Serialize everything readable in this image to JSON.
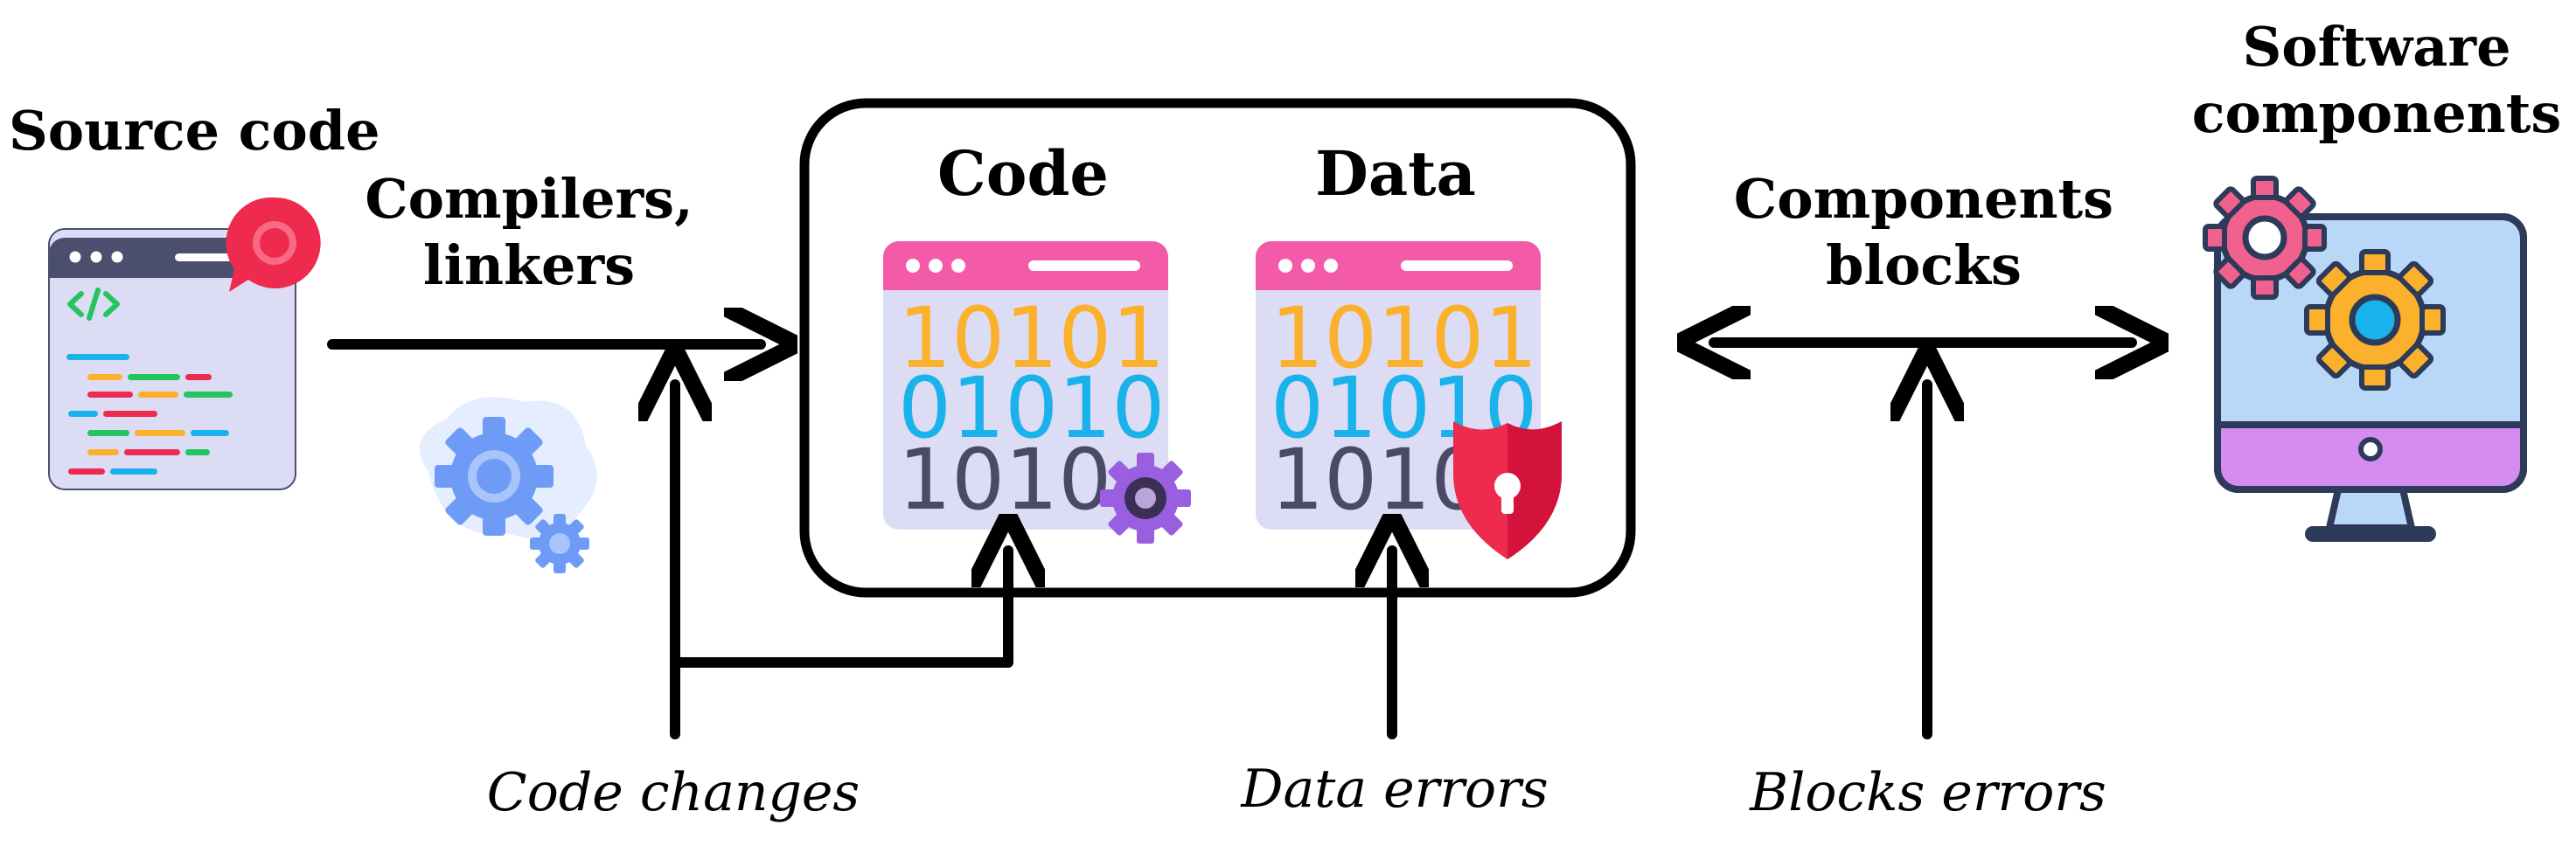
{
  "labels": {
    "source_code": "Source code",
    "compilers_line1": "Compilers,",
    "compilers_line2": "linkers",
    "code": "Code",
    "data": "Data",
    "components_line1": "Components",
    "components_line2": "blocks",
    "software_line1": "Software",
    "software_line2": "components",
    "code_changes": "Code changes",
    "data_errors": "Data errors",
    "blocks_errors": "Blocks errors"
  },
  "binary": {
    "row1": "10101",
    "row2": "01010",
    "row3": "1010"
  },
  "colors": {
    "row1": "#FBB12C",
    "row2": "#1AB2EA",
    "row3": "#4A4A68",
    "window_header": "#F35AA8",
    "window_body": "#DCDCF5",
    "shield": "#EE2A4F",
    "gear_purple": "#9A5FE0",
    "gear_blue": "#6E9BF5",
    "monitor_screen": "#B9D8F8",
    "monitor_base": "#D58CF0"
  },
  "icons": [
    "code-editor-icon",
    "chat-bubble-icon",
    "gears-icon",
    "binary-code-window-icon",
    "binary-data-window-icon",
    "gear-icon",
    "shield-lock-icon",
    "monitor-gears-icon"
  ]
}
